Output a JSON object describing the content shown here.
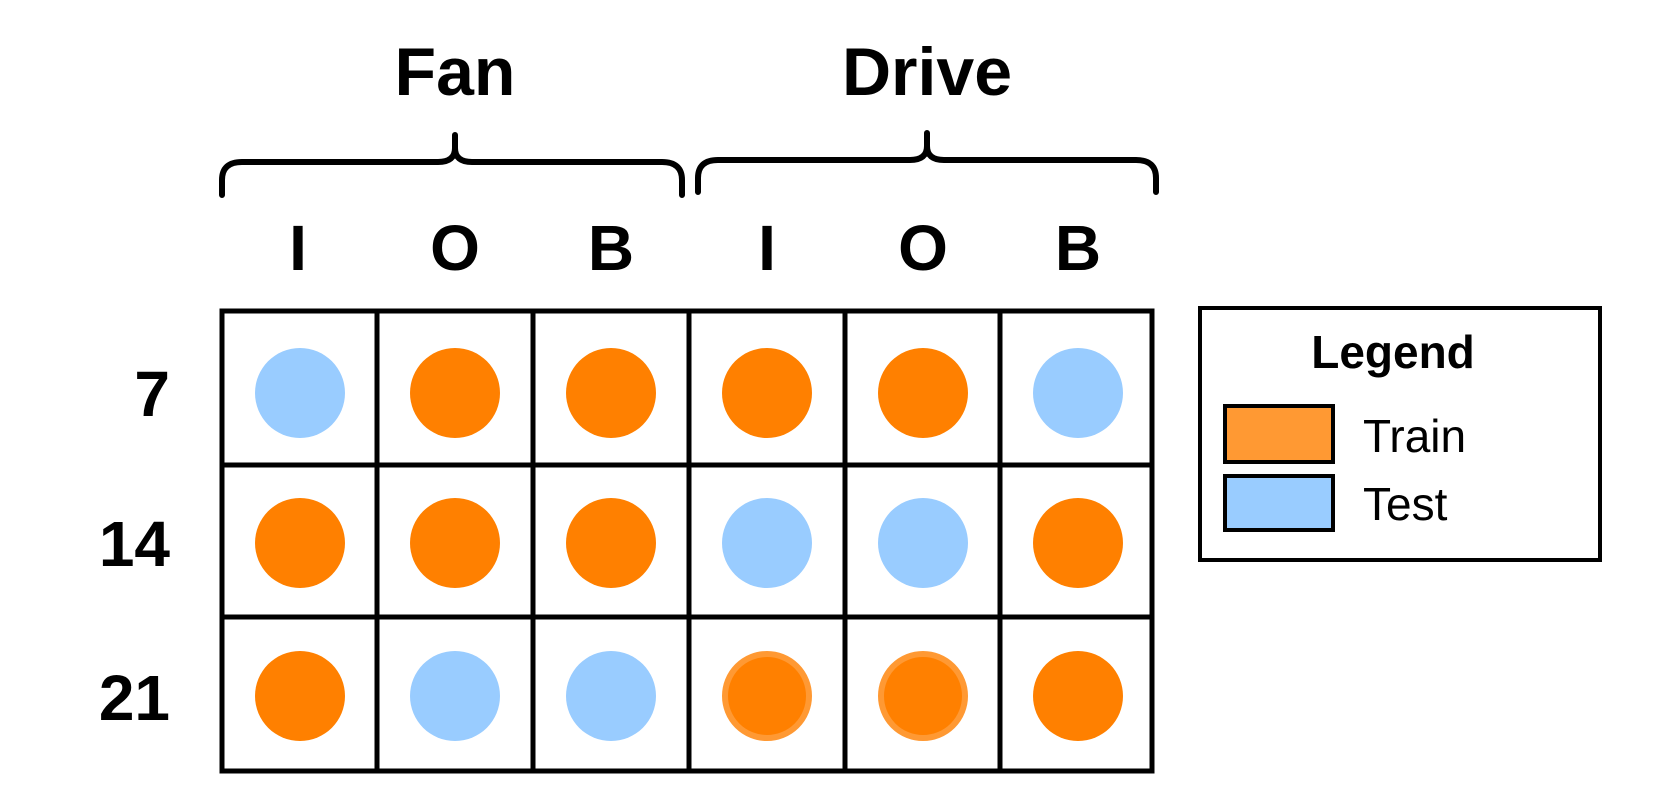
{
  "groups": [
    {
      "label": "Fan"
    },
    {
      "label": "Drive"
    }
  ],
  "columns": [
    {
      "label": "I"
    },
    {
      "label": "O"
    },
    {
      "label": "B"
    },
    {
      "label": "I"
    },
    {
      "label": "O"
    },
    {
      "label": "B"
    }
  ],
  "rows": [
    {
      "label": "7",
      "cells": [
        "test",
        "train",
        "train",
        "train",
        "train",
        "test"
      ]
    },
    {
      "label": "14",
      "cells": [
        "train",
        "train",
        "train",
        "test",
        "test",
        "train"
      ]
    },
    {
      "label": "21",
      "cells": [
        "train",
        "test",
        "test",
        "train-outlined",
        "train-outlined",
        "train"
      ]
    }
  ],
  "legend": {
    "title": "Legend",
    "items": [
      {
        "key": "train",
        "label": "Train",
        "color": "#FF9933"
      },
      {
        "key": "test",
        "label": "Test",
        "color": "#99CCFF"
      }
    ]
  },
  "colors": {
    "train_marker": "#FF8000",
    "test_marker": "#99CCFF",
    "train_outline": "#FF9933",
    "line": "#000000"
  }
}
